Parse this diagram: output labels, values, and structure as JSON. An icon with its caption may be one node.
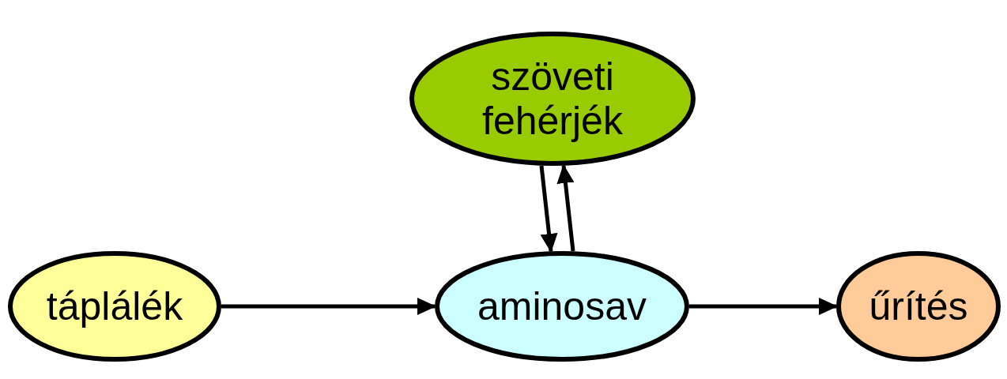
{
  "diagram": {
    "nodes": [
      {
        "text": [
          "szöveti fehérjék"
        ]
      },
      {
        "text": [
          "táplálék"
        ]
      },
      {
        "text": [
          "aminosav"
        ]
      },
      {
        "text": [
          "űrítés"
        ]
      }
    ],
    "edges": [
      {
        "from": 1,
        "to": 2,
        "arrow": "to"
      },
      {
        "from": 2,
        "to": 3,
        "arrow": "to"
      },
      {
        "from": 0,
        "to": 2,
        "arrow": "to"
      },
      {
        "from": 2,
        "to": 0,
        "arrow": "to"
      }
    ]
  }
}
